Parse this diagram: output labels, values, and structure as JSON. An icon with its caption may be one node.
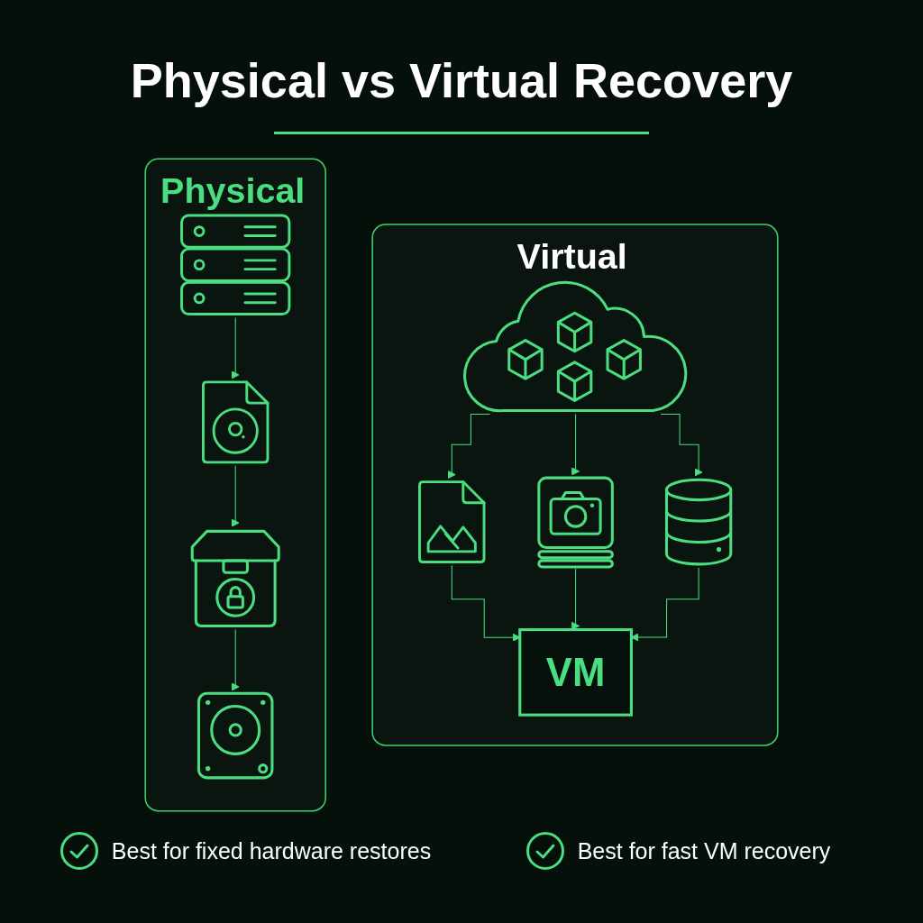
{
  "diagram": {
    "title": "Physical vs Virtual Recovery",
    "nodes": [
      {
        "text": [
          "Physical"
        ]
      },
      {
        "text": [],
        "shape": "picture",
        "in": 0
      },
      {
        "text": [],
        "shape": "picture",
        "in": 0
      },
      {
        "text": [],
        "shape": "picture",
        "in": 0
      },
      {
        "text": [],
        "shape": "picture",
        "in": 0
      },
      {
        "text": [
          "Virtual"
        ]
      },
      {
        "text": [],
        "shape": "picture",
        "in": 5
      },
      {
        "text": [],
        "shape": "picture",
        "in": 5
      },
      {
        "text": [],
        "shape": "picture",
        "in": 5
      },
      {
        "text": [],
        "shape": "picture",
        "in": 5
      },
      {
        "text": [
          "VM"
        ],
        "in": 5
      }
    ],
    "edges": [
      {
        "from": 1,
        "to": 2,
        "arrow": "to"
      },
      {
        "from": 2,
        "to": 3,
        "arrow": "to"
      },
      {
        "from": 3,
        "to": 4,
        "arrow": "to"
      },
      {
        "from": 6,
        "to": 7,
        "arrow": "to"
      },
      {
        "from": 6,
        "to": 8,
        "arrow": "to"
      },
      {
        "from": 6,
        "to": 9,
        "arrow": "to"
      },
      {
        "from": 7,
        "to": 10,
        "arrow": "to"
      },
      {
        "from": 8,
        "to": 10,
        "arrow": "to"
      },
      {
        "from": 9,
        "to": 10,
        "arrow": "to"
      }
    ],
    "labels": [
      "Best for fixed hardware restores",
      "Best for fast VM recovery"
    ]
  }
}
